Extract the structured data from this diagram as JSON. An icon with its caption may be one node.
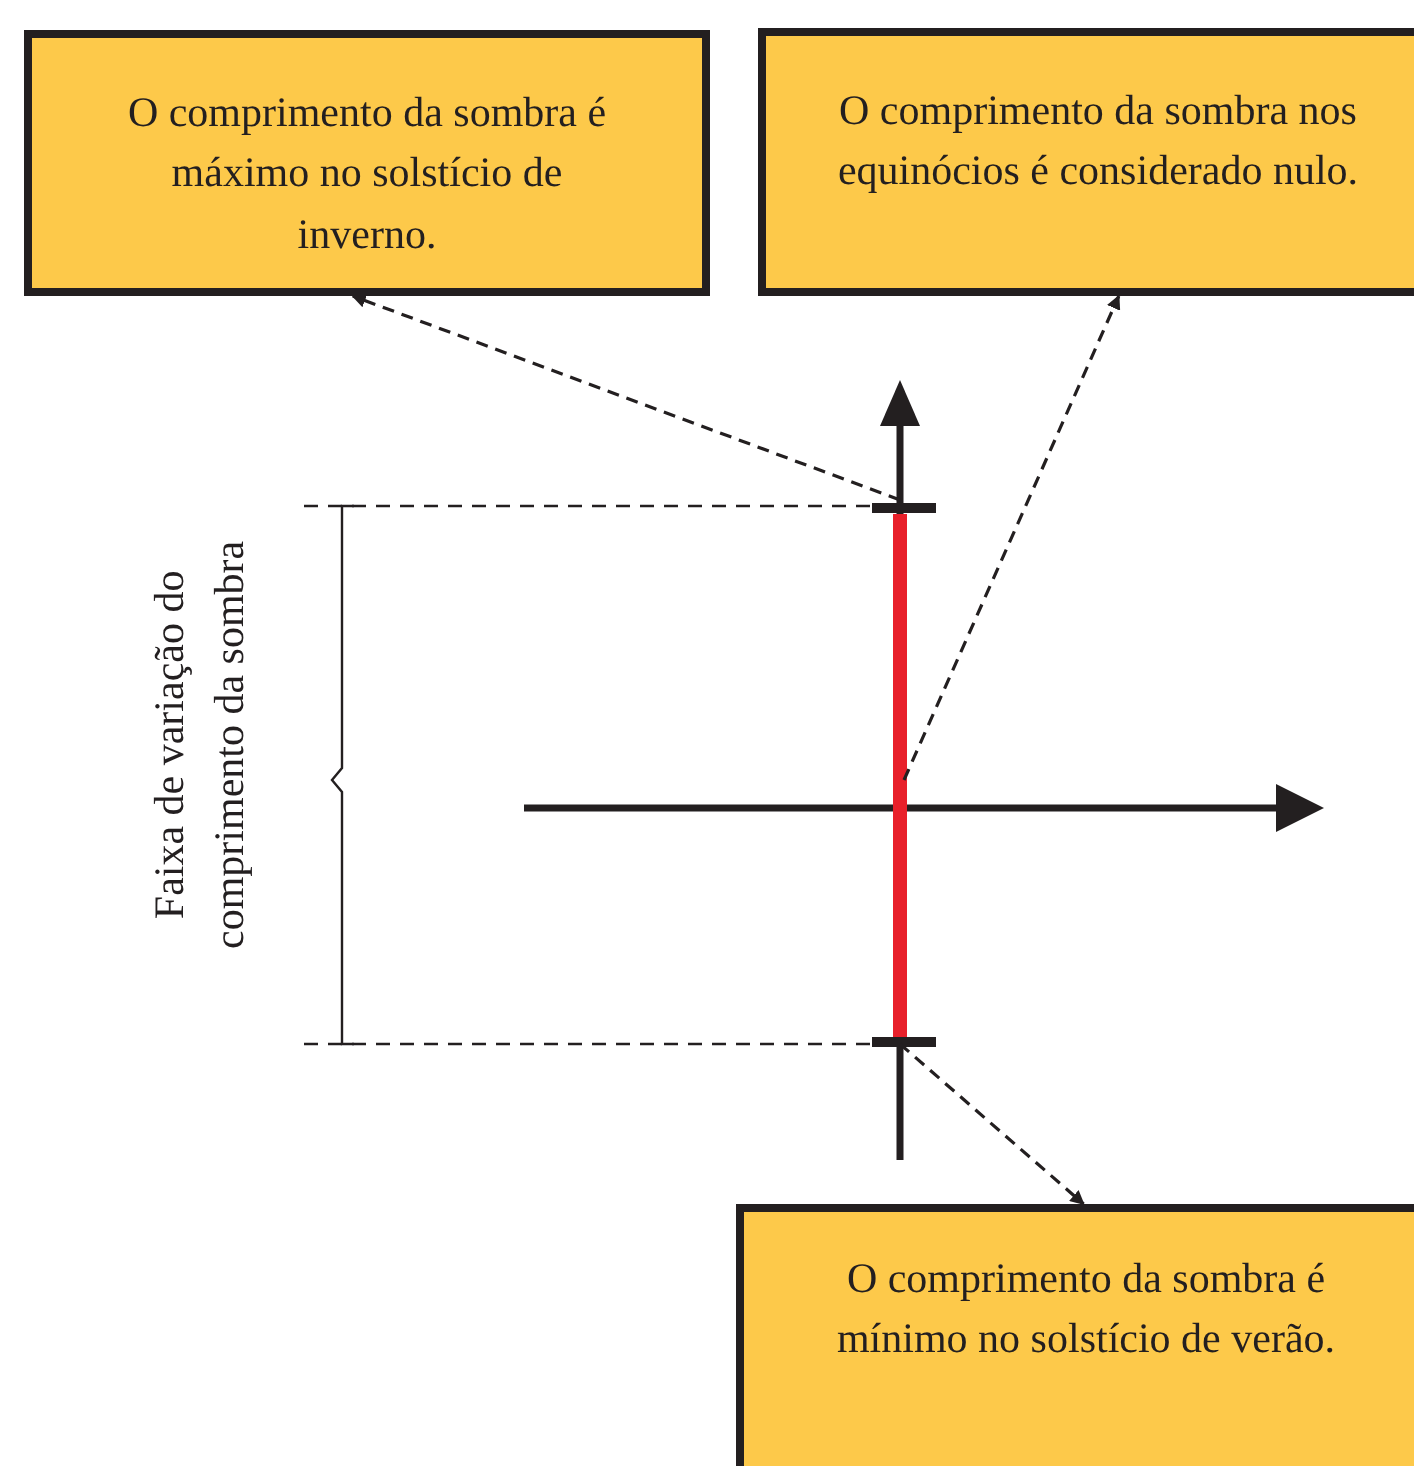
{
  "diagram": {
    "nodes": [
      {
        "text": [
          "O comprimento da sombra é máximo no solstício de inverno."
        ]
      },
      {
        "text": [
          "O comprimento da sombra nos equinócios é considerado nulo."
        ]
      },
      {
        "text": [
          "O comprimento da sombra é mínimo no solstício de verão."
        ]
      }
    ],
    "edges": [
      {
        "from": null,
        "to": 0,
        "arrow": "to",
        "style": "dashed"
      },
      {
        "from": null,
        "to": 1,
        "arrow": "to",
        "style": "dashed"
      },
      {
        "from": null,
        "to": 2,
        "arrow": "to",
        "style": "dashed"
      }
    ],
    "labels": [
      "Faixa de variação do comprimento da sombra"
    ]
  }
}
